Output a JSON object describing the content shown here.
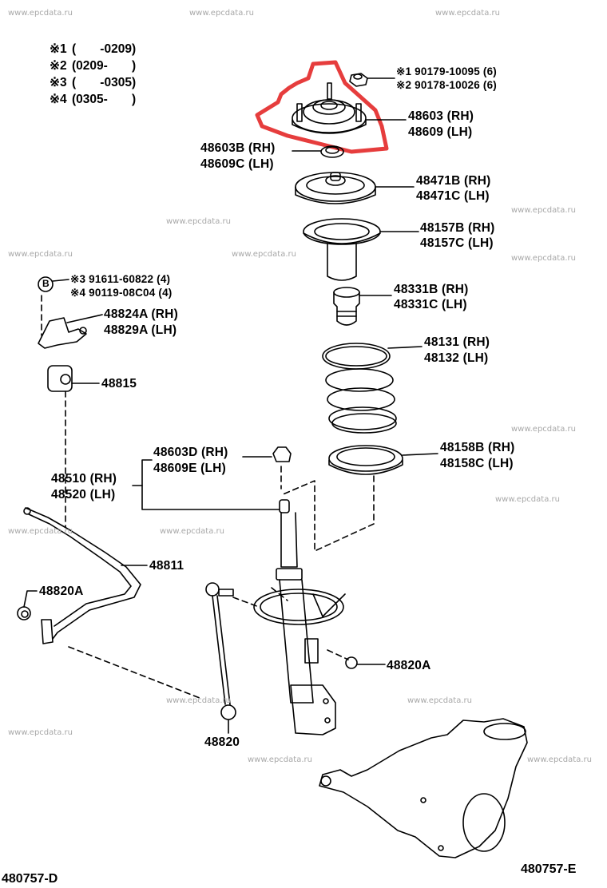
{
  "diagram": {
    "watermark": "www.epcdata.ru",
    "highlight_color": "#e21b1b",
    "figure_codes": [
      "480757-D",
      "480757-E"
    ],
    "notes": [
      {
        "mark": "※1",
        "range": "(       -0209)"
      },
      {
        "mark": "※2",
        "range": "(0209-       )"
      },
      {
        "mark": "※3",
        "range": "(       -0305)"
      },
      {
        "mark": "※4",
        "range": "(0305-       )"
      }
    ],
    "callouts": {
      "mount_nut": [
        "※1 90179-10095 (6)",
        "※2 90178-10026 (6)"
      ],
      "support": [
        "48603 (RH)",
        "48609 (LH)"
      ],
      "bearing": [
        "48603B (RH)",
        "48609C (LH)"
      ],
      "spring_seat_upper": [
        "48471B (RH)",
        "48471C (LH)"
      ],
      "insulator": [
        "48157B (RH)",
        "48157C (LH)"
      ],
      "bump_stopper": [
        "48331B (RH)",
        "48331C (LH)"
      ],
      "coil_spring": [
        "48131 (RH)",
        "48132 (LH)"
      ],
      "spring_insulator_lower": [
        "48158B (RH)",
        "48158C (LH)"
      ],
      "bracket_bolt": [
        "※3 91611-60822 (4)",
        "※4 90119-08C04 (4)"
      ],
      "bracket": [
        "48824A (RH)",
        "48829A (LH)"
      ],
      "bushing": "48815",
      "strut_nut": [
        "48603D (RH)",
        "48609E (LH)"
      ],
      "shock_absorber": [
        "48510 (RH)",
        "48520 (LH)"
      ],
      "stabilizer_bar": "48811",
      "stab_nut_left": "48820A",
      "stab_nut_right": "48820A",
      "stab_link": "48820",
      "bolt_ref": "B"
    }
  }
}
